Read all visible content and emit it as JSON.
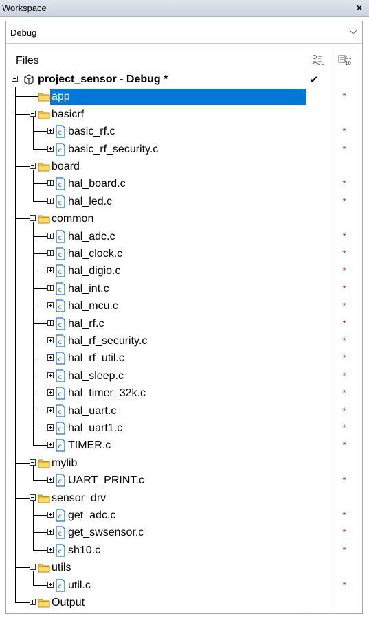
{
  "window": {
    "title": "Workspace",
    "close_symbol": "×"
  },
  "config": {
    "selected": "Debug"
  },
  "tree": {
    "header": "Files",
    "project": {
      "label": "project_sensor - Debug *",
      "checked_symbol": "✔"
    },
    "rows": [
      {
        "label": "app",
        "type": "folder",
        "level": 1,
        "selected": true,
        "star": true
      },
      {
        "label": "basicrf",
        "type": "folder",
        "level": 1,
        "expander": "minus",
        "star": false
      },
      {
        "label": "basic_rf.c",
        "type": "file",
        "level": 2,
        "star": true
      },
      {
        "label": "basic_rf_security.c",
        "type": "file",
        "level": 2,
        "star": true
      },
      {
        "label": "board",
        "type": "folder",
        "level": 1,
        "expander": "minus",
        "star": false
      },
      {
        "label": "hal_board.c",
        "type": "file",
        "level": 2,
        "star": true
      },
      {
        "label": "hal_led.c",
        "type": "file",
        "level": 2,
        "star": true
      },
      {
        "label": "common",
        "type": "folder",
        "level": 1,
        "expander": "minus",
        "star": false
      },
      {
        "label": "hal_adc.c",
        "type": "file",
        "level": 2,
        "star": true
      },
      {
        "label": "hal_clock.c",
        "type": "file",
        "level": 2,
        "star": true
      },
      {
        "label": "hal_digio.c",
        "type": "file",
        "level": 2,
        "star": true
      },
      {
        "label": "hal_int.c",
        "type": "file",
        "level": 2,
        "star": true
      },
      {
        "label": "hal_mcu.c",
        "type": "file",
        "level": 2,
        "star": true
      },
      {
        "label": "hal_rf.c",
        "type": "file",
        "level": 2,
        "star": true
      },
      {
        "label": "hal_rf_security.c",
        "type": "file",
        "level": 2,
        "star": true
      },
      {
        "label": "hal_rf_util.c",
        "type": "file",
        "level": 2,
        "star": true
      },
      {
        "label": "hal_sleep.c",
        "type": "file",
        "level": 2,
        "star": true
      },
      {
        "label": "hal_timer_32k.c",
        "type": "file",
        "level": 2,
        "star": true
      },
      {
        "label": "hal_uart.c",
        "type": "file",
        "level": 2,
        "star": true
      },
      {
        "label": "hal_uart1.c",
        "type": "file",
        "level": 2,
        "star": true
      },
      {
        "label": "TIMER.c",
        "type": "file",
        "level": 2,
        "star": true
      },
      {
        "label": "mylib",
        "type": "folder",
        "level": 1,
        "expander": "minus",
        "star": false
      },
      {
        "label": "UART_PRINT.c",
        "type": "file",
        "level": 2,
        "star": true
      },
      {
        "label": "sensor_drv",
        "type": "folder",
        "level": 1,
        "expander": "minus",
        "star": false
      },
      {
        "label": "get_adc.c",
        "type": "file",
        "level": 2,
        "star": true
      },
      {
        "label": "get_swsensor.c",
        "type": "file",
        "level": 2,
        "star": true
      },
      {
        "label": "sh10.c",
        "type": "file",
        "level": 2,
        "star": true
      },
      {
        "label": "utils",
        "type": "folder",
        "level": 1,
        "expander": "minus",
        "star": false
      },
      {
        "label": "util.c",
        "type": "file",
        "level": 2,
        "star": true
      },
      {
        "label": "Output",
        "type": "folder",
        "level": 1,
        "expander": "plus",
        "star": false
      }
    ]
  },
  "colors": {
    "selection": "#0078d7",
    "star": "#e00000",
    "folder": "#f6c342",
    "file_icon": "#1f6fc4"
  }
}
